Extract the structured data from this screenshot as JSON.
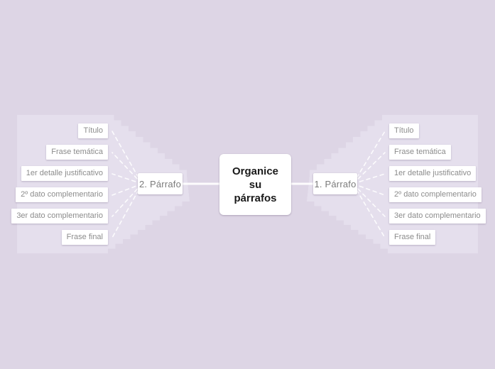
{
  "theme": {
    "canvas_bg": "#ddd5e5",
    "region_fill": "#e5dfed",
    "connector_color": "#ffffff",
    "node_bg": "#ffffff",
    "root_text": "#1a1a1a",
    "branch_text": "#7b7b7b",
    "subtopic_text": "#8c8c8c"
  },
  "map": {
    "root": {
      "label": "Organice su párrafos",
      "display": "Organice\nsu\npárrafos"
    },
    "branches": [
      {
        "label": "2. Párrafo",
        "side": "left",
        "children": [
          "Título",
          "Frase temática",
          "1er detalle justificativo",
          "2º dato complementario",
          "3er dato complementario",
          "Frase final"
        ]
      },
      {
        "label": "1. Párrafo",
        "side": "right",
        "children": [
          "Título",
          "Frase temática",
          "1er detalle justificativo",
          "2º dato complementario",
          "3er dato complementario",
          "Frase final"
        ]
      }
    ]
  }
}
